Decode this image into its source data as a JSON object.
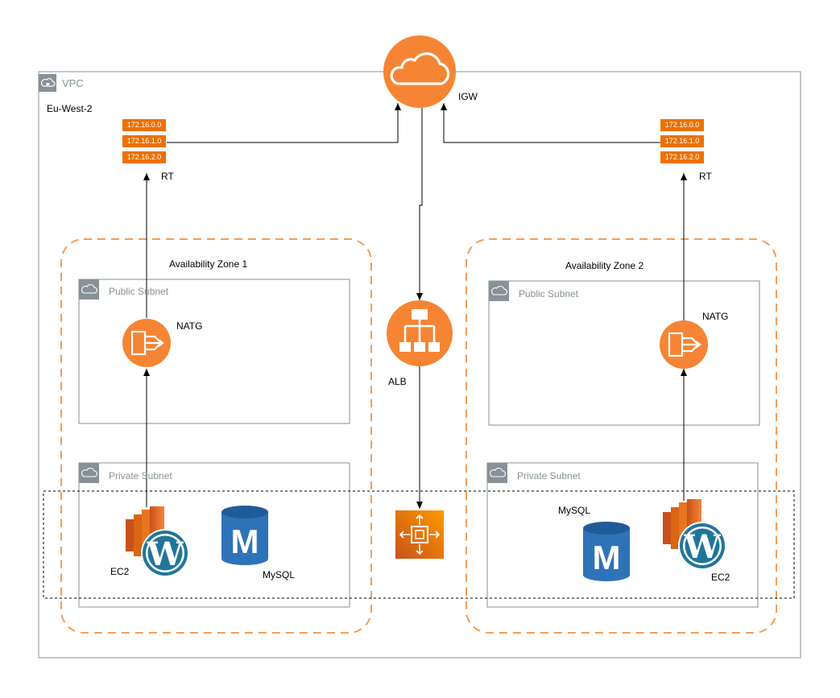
{
  "vpc": {
    "label": "VPC",
    "region": "Eu-West-2"
  },
  "igw": {
    "label": "IGW"
  },
  "alb": {
    "label": "ALB"
  },
  "route_tables": [
    {
      "label": "RT",
      "routes": [
        "172.16.0.0",
        "172.16.1.0",
        "172.16.2.0"
      ]
    },
    {
      "label": "RT",
      "routes": [
        "172.16.0.0",
        "172.16.1.0",
        "172.16.2.0"
      ]
    }
  ],
  "zones": [
    {
      "label": "Availability Zone 1",
      "public_subnet": "Public Subnet",
      "private_subnet": "Private Subnet",
      "nat": "NATG",
      "ec2": "EC2",
      "db": "MySQL"
    },
    {
      "label": "Availability Zone 2",
      "public_subnet": "Public Subnet",
      "private_subnet": "Private Subnet",
      "nat": "NATG",
      "ec2": "EC2",
      "db": "MySQL"
    }
  ],
  "icons": {
    "igw": "cloud-icon",
    "alb": "load-balancer-icon",
    "nat": "nat-gateway-icon",
    "ec2": "ec2-instance-icon",
    "wordpress": "wordpress-icon",
    "db": "rds-mysql-icon",
    "autoscaling": "auto-scaling-icon",
    "subnet": "subnet-icon",
    "vpc": "vpc-icon"
  },
  "colors": {
    "aws_orange": "#ED7100",
    "alb_orange": "#F58534",
    "db_blue": "#2E73B8",
    "wordpress_blue": "#21759B",
    "zone_dash": "#F59D56",
    "subnet_border": "#879196"
  }
}
